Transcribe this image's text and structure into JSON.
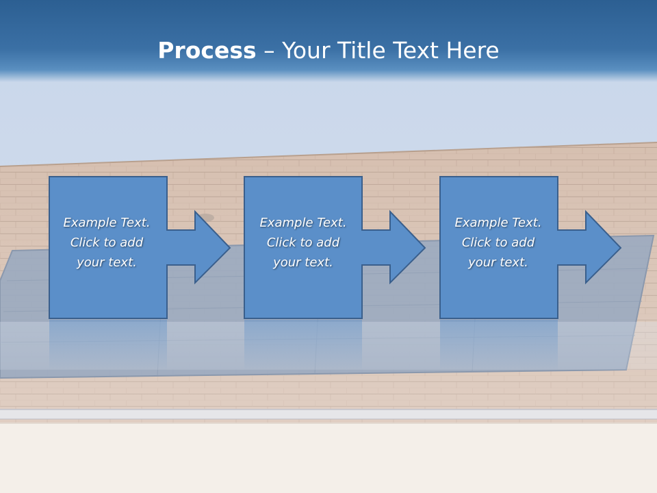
{
  "slide": {
    "title_bold": "Process",
    "title_rest": " – Your Title Text Here",
    "steps": [
      {
        "line1": "Example Text.",
        "line2": "Click  to add",
        "line3": "your text."
      },
      {
        "line1": "Example Text.",
        "line2": "Click  to add",
        "line3": "your text."
      },
      {
        "line1": "Example Text.",
        "line2": "Click  to add",
        "line3": "your text."
      }
    ]
  },
  "colors": {
    "header": "#2c5f92",
    "step_fill": "#5b8fc9",
    "step_border": "#3a5f8c",
    "sky": "#cdd9eb",
    "roof": "#c9ae9a",
    "wall": "#f4efe9"
  }
}
